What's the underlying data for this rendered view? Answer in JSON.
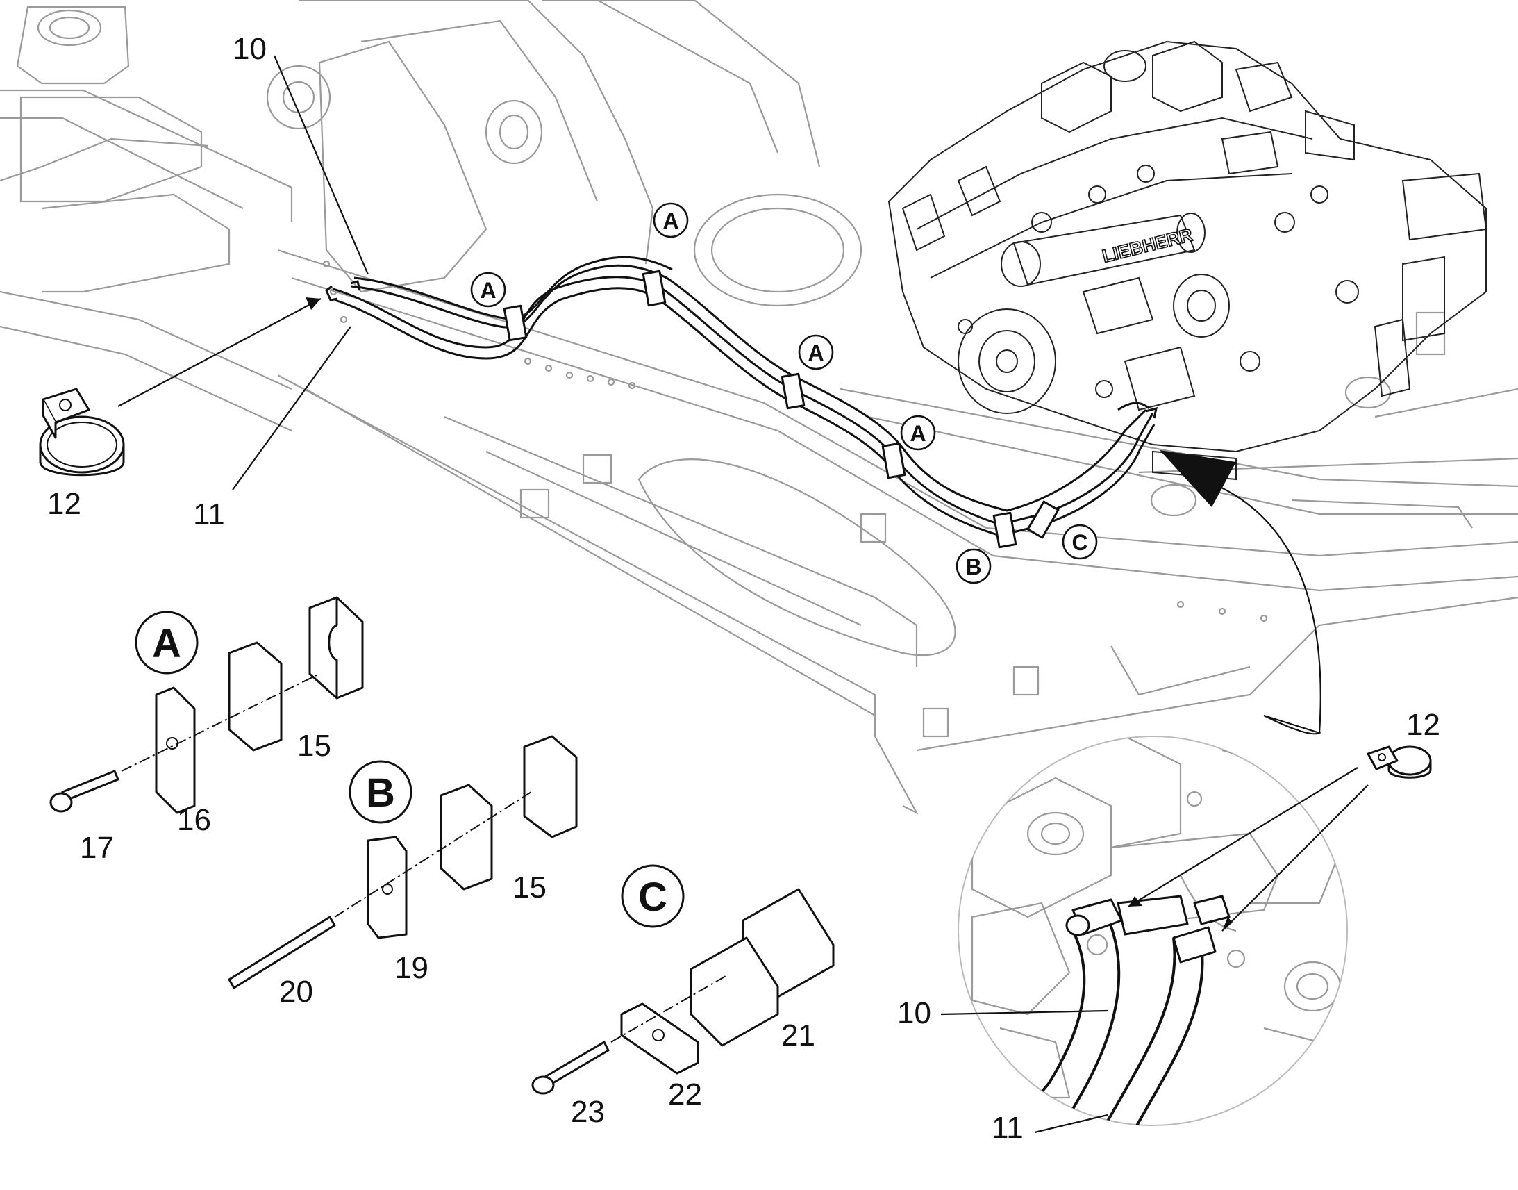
{
  "diagram": {
    "part_labels": {
      "p10_top": "10",
      "p11_left": "11",
      "p12_left": "12",
      "p15_a": "15",
      "p16": "16",
      "p17": "17",
      "p15_b": "15",
      "p19": "19",
      "p20": "20",
      "p21": "21",
      "p22": "22",
      "p23": "23",
      "p12_detail": "12",
      "p10_detail": "10",
      "p11_detail": "11"
    },
    "route_callouts": {
      "a1": "A",
      "a2": "A",
      "a3": "A",
      "a4": "A",
      "b": "B",
      "c": "C"
    },
    "group_callouts": {
      "a": "A",
      "b": "B",
      "c": "C"
    },
    "engine_brand": "LIEBHERR"
  }
}
